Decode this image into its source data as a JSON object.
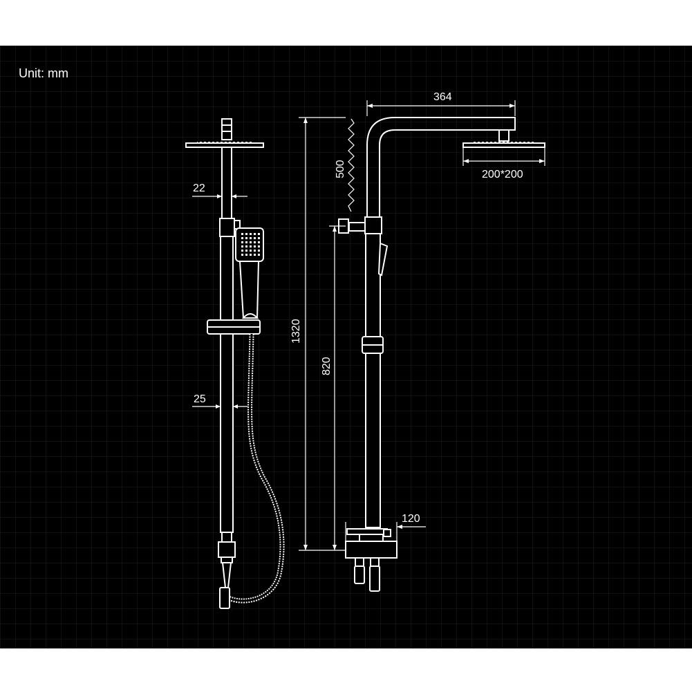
{
  "unit_label": "Unit: mm",
  "dimensions": {
    "pipe_top": "22",
    "pipe_lower": "25",
    "total_height": "1320",
    "arm_length": "364",
    "top_section": "500",
    "holder_height": "820",
    "head_size": "200*200",
    "mixer_width": "120"
  },
  "colors": {
    "background": "#000000",
    "lines": "#ffffff",
    "grid": "#1f1f1f"
  }
}
